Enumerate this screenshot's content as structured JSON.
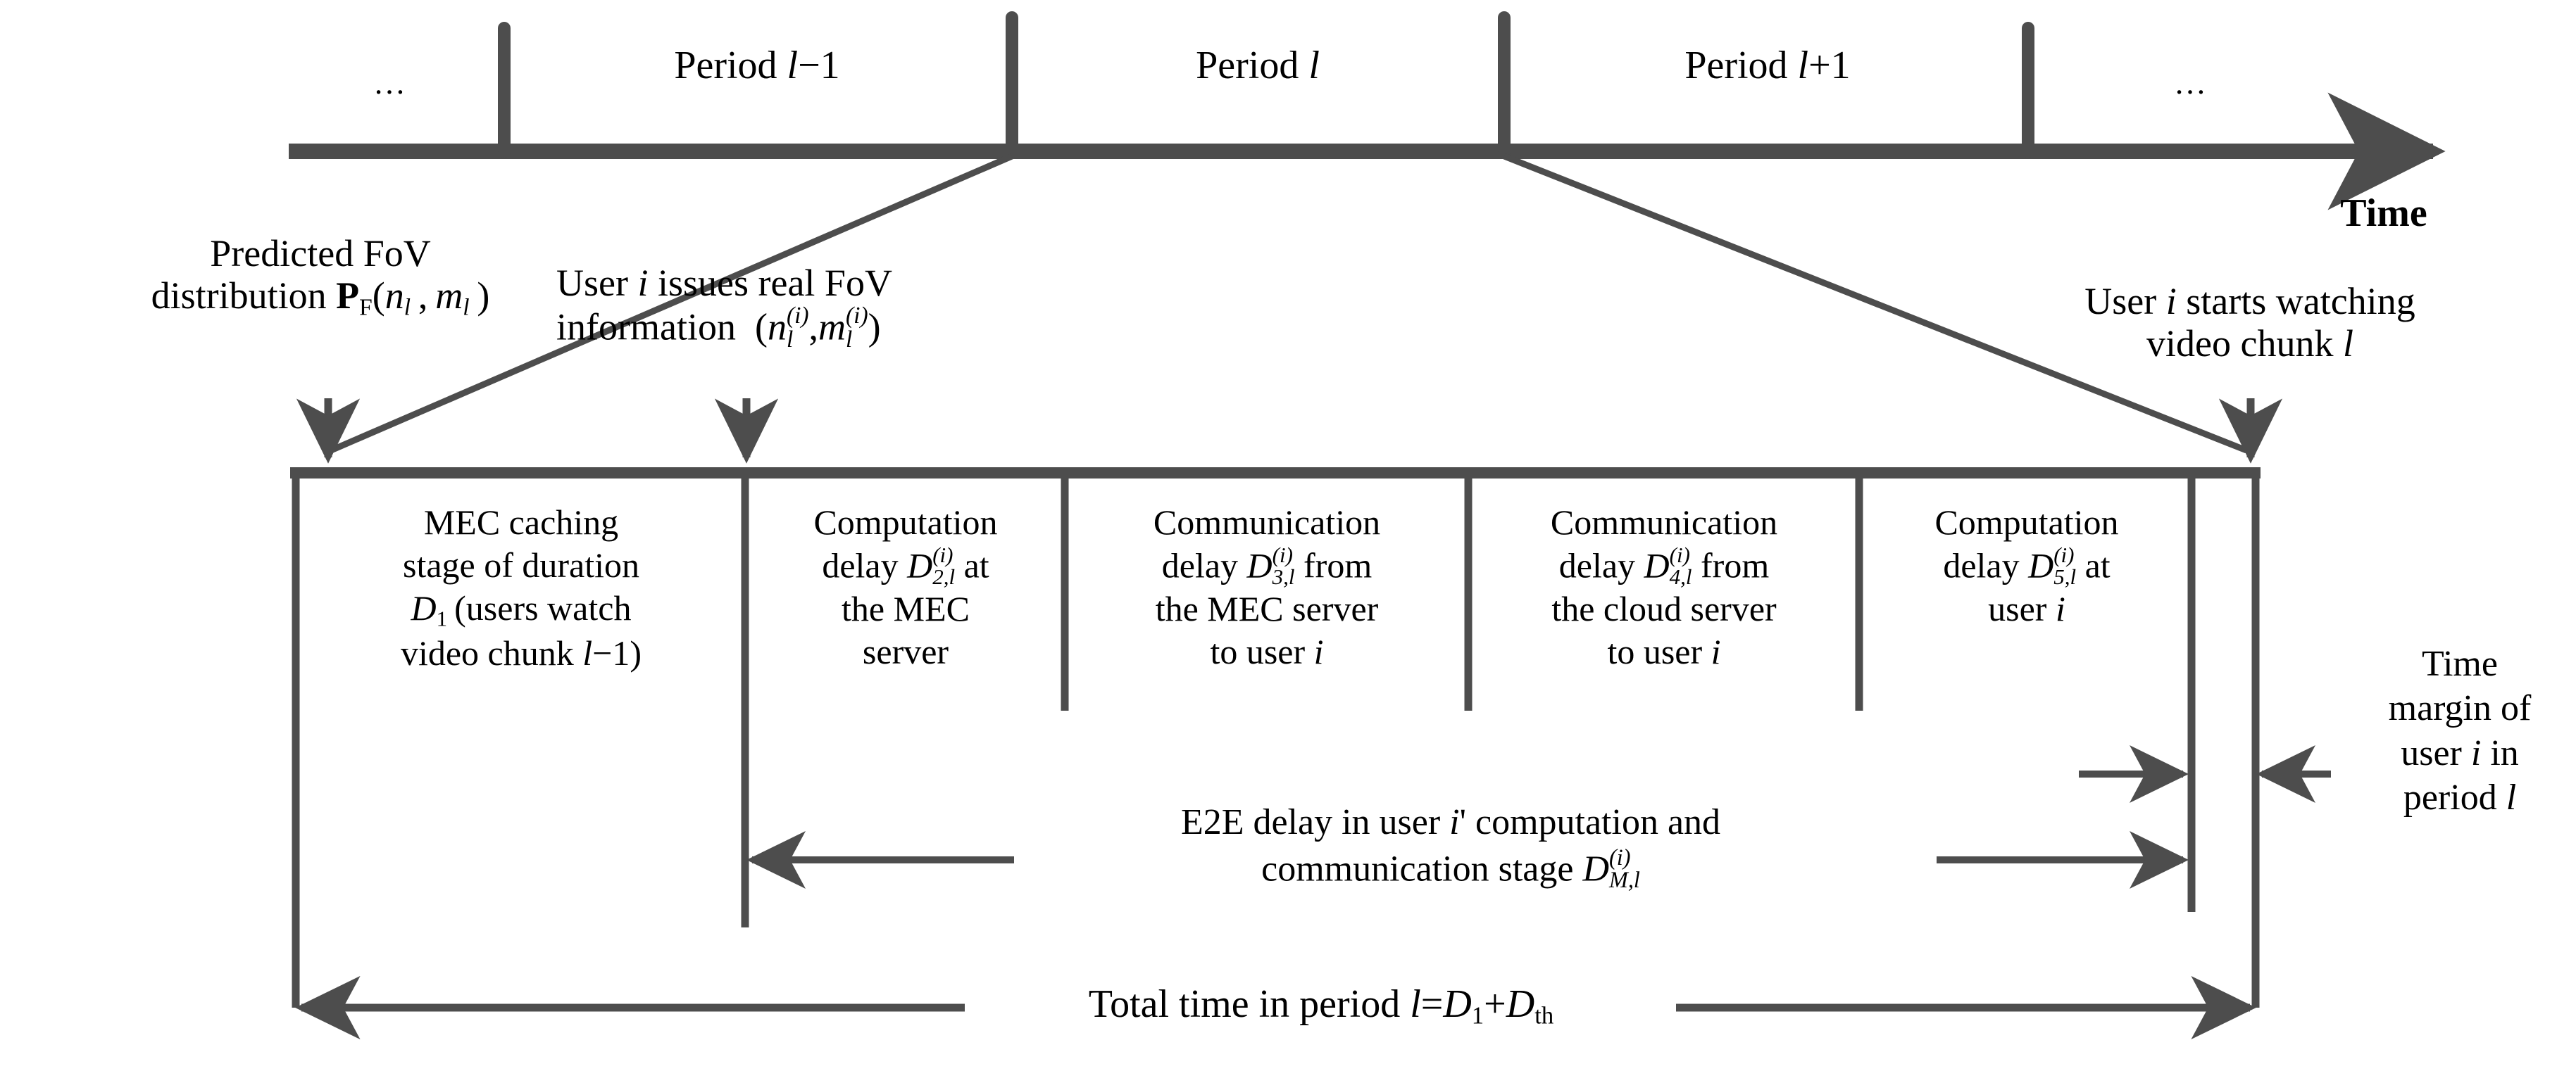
{
  "timeline": {
    "axis_label": "Time",
    "ellipsis_left": "…",
    "ellipsis_right": "…",
    "periods": [
      {
        "label_prefix": "Period ",
        "symbol": "l",
        "suffix": "−1"
      },
      {
        "label_prefix": "Period ",
        "symbol": "l",
        "suffix": ""
      },
      {
        "label_prefix": "Period ",
        "symbol": "l",
        "suffix": "+1"
      }
    ],
    "period_labels": [
      "Period l−1",
      "Period l",
      "Period l+1"
    ]
  },
  "callouts": {
    "predicted_fov": {
      "line1": "Predicted FoV",
      "line2_prefix": "distribution ",
      "symbol_bold": "P",
      "symbol_sub": "F",
      "args": "(n , m )",
      "args_full": "(n_l , m_l )"
    },
    "real_fov": {
      "line1_a": "User ",
      "line1_i": "i",
      "line1_b": " issues real FoV",
      "line2_prefix": "information ",
      "args_full": "(n_l^(i), m_l^(i))"
    },
    "start_watching": {
      "line1_a": "User ",
      "line1_i": "i",
      "line1_b": " starts watching",
      "line2": "video chunk l"
    }
  },
  "stages": [
    {
      "id": "mec-caching",
      "lines": [
        "MEC caching",
        "stage of duration",
        "D1 (users watch",
        "video chunk l−1)"
      ],
      "symbol": "D",
      "symbol_sub": "1"
    },
    {
      "id": "computation-mec",
      "lines": [
        "Computation",
        "delay D(i)2,l at",
        "the MEC",
        "server"
      ],
      "symbol": "D",
      "symbol_sub": "2,l",
      "symbol_sup": "(i)"
    },
    {
      "id": "communication-mec-to-user",
      "lines": [
        "Communication",
        "delay D(i)3,l from",
        "the MEC server",
        "to user i"
      ],
      "symbol": "D",
      "symbol_sub": "3,l",
      "symbol_sup": "(i)"
    },
    {
      "id": "communication-cloud-to-user",
      "lines": [
        "Communication",
        "delay D(i)4,l from",
        "the cloud server",
        "to user i"
      ],
      "symbol": "D",
      "symbol_sub": "4,l",
      "symbol_sup": "(i)"
    },
    {
      "id": "computation-user",
      "lines": [
        "Computation",
        "delay D(i)5,l at",
        "user i"
      ],
      "symbol": "D",
      "symbol_sub": "5,l",
      "symbol_sup": "(i)"
    }
  ],
  "measures": {
    "e2e": {
      "line1_a": "E2E delay in user ",
      "line1_i": "i'",
      "line1_b": " computation and",
      "line2_prefix": "communication stage ",
      "symbol": "D",
      "symbol_sub": "M,l",
      "symbol_sup": "(i)"
    },
    "time_margin": {
      "lines": [
        "Time",
        "margin of",
        "user i in",
        "period l"
      ]
    },
    "total_time": {
      "prefix": "Total time in period ",
      "symbol_l": "l",
      "eq": "=",
      "d1": "D",
      "d1_sub": "1",
      "plus": "+",
      "dth": "D",
      "dth_sub": "th",
      "full": "Total time in period l=D1+Dth"
    }
  },
  "colors": {
    "stroke": "#4d4d4d",
    "text": "#000000",
    "background": "#ffffff"
  }
}
